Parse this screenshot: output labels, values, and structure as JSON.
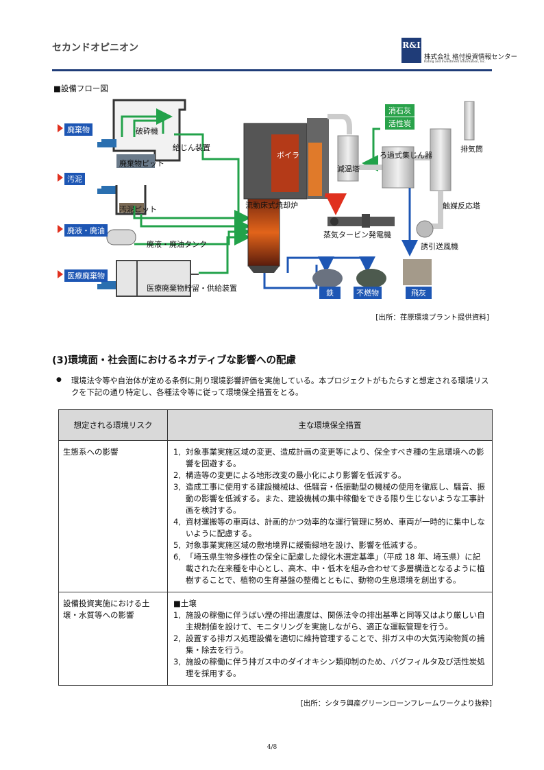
{
  "header": {
    "title": "セカンドオピニオン",
    "logo_mark": "R&I",
    "logo_jp": "株式会社 格付投資情報センター",
    "logo_en": "Rating and Investment Information, Inc."
  },
  "flow": {
    "section_label": "■設備フロー図",
    "inputs": [
      "廃棄物",
      "汚泥",
      "廃液・廃油",
      "医療廃棄物"
    ],
    "labels": {
      "crusher": "破砕機",
      "pit": "廃棄物ピット",
      "feeder": "給じん装置",
      "sludge_pit": "汚泥ピット",
      "tank": "廃液・廃油タンク",
      "medical": "医療廃棄物貯留・供給装置",
      "boiler": "ボイラ",
      "incinerator": "流動床式焼却炉",
      "turbine": "蒸気タービン発電機",
      "cooling": "減温塔",
      "filter": "ろ過式集じん器",
      "reactor": "触媒反応塔",
      "fan": "誘引送風機",
      "stack": "排気筒"
    },
    "reagents": [
      "消石灰",
      "活性炭"
    ],
    "outputs": [
      "鉄",
      "不燃物",
      "飛灰"
    ],
    "source": "[出所：荏原環境プラント提供資料]"
  },
  "section": {
    "heading": "(3)環境面・社会面におけるネガティブな影響への配慮",
    "bullet": "●",
    "paragraph": "環境法令等や自治体が定める条例に則り環境影響評価を実施している。本プロジェクトがもたらすと想定される環境リスクを下記の通り特定し、各種法令等に従って環境保全措置をとる。"
  },
  "table": {
    "headers": [
      "想定される環境リスク",
      "主な環境保全措置"
    ],
    "rows": [
      {
        "risk": "生態系への影響",
        "subheading": "",
        "items": [
          {
            "n": "1,",
            "t": "対象事業実施区域の変更、造成計画の変更等により、保全すべき種の生息環境への影響を回避する。"
          },
          {
            "n": "2,",
            "t": "構造等の変更による地形改変の最小化により影響を低減する。"
          },
          {
            "n": "3,",
            "t": "造成工事に使用する建設機械は、低騒音・低振動型の機械の使用を徹底し、騒音、振動の影響を低減する。また、建設機械の集中稼働をできる限り生じないような工事計画を検討する。"
          },
          {
            "n": "4,",
            "t": "資材運搬等の車両は、計画的かつ効率的な運行管理に努め、車両が一時的に集中しないように配慮する。"
          },
          {
            "n": "5,",
            "t": "対象事業実施区域の敷地境界に緩衝緑地を設け、影響を低減する。"
          },
          {
            "n": "6,",
            "t": "「埼玉県生物多様性の保全に配慮した緑化木選定基準」（平成 18 年、埼玉県）に記載された在来種を中心とし、高木、中・低木を組み合わせて多層構造となるように植樹することで、植物の生育基盤の整備とともに、動物の生息環境を創出する。"
          }
        ]
      },
      {
        "risk": "設備投資実施における土壌・水質等への影響",
        "subheading": "■土壌",
        "items": [
          {
            "n": "1,",
            "t": "施設の稼働に伴うばい煙の排出濃度は、関係法令の排出基準と同等又はより厳しい自主規制値を設けて、モニタリングを実施しながら、適正な運転管理を行う。"
          },
          {
            "n": "2,",
            "t": "設置する排ガス処理設備を適切に維持管理することで、排ガス中の大気汚染物質の捕集・除去を行う。"
          },
          {
            "n": "3,",
            "t": "施設の稼働に伴う排ガス中のダイオキシン類抑制のため、バグフィルタ及び活性炭処理を採用する。"
          }
        ]
      }
    ],
    "source": "[出所：シタラ興産グリーンローンフレームワークより抜粋]"
  },
  "footer": {
    "page": "4/8"
  },
  "colors": {
    "brand": "#1f3c78",
    "flow_green": "#22a24a",
    "flow_blue": "#1d56b4",
    "flow_red": "#e0301e"
  }
}
